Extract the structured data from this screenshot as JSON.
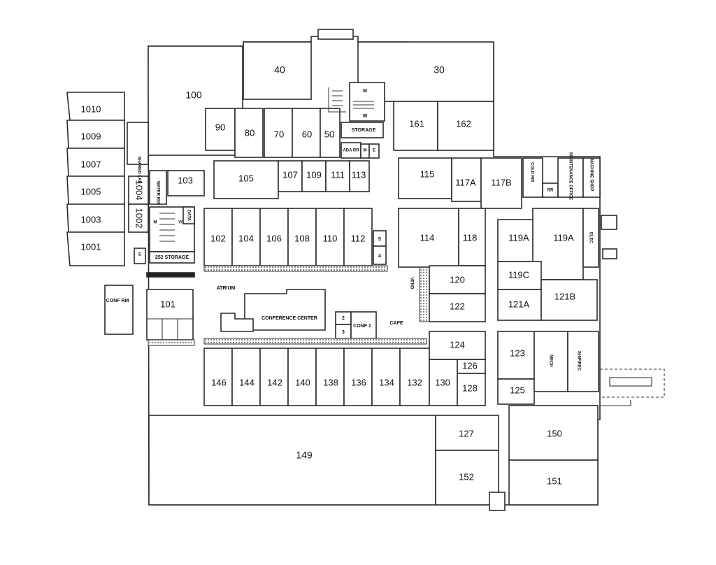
{
  "floor_plan": {
    "rooms": {
      "r100": "100",
      "r40": "40",
      "r30": "30",
      "r90": "90",
      "r80": "80",
      "r70": "70",
      "r60": "60",
      "r50": "50",
      "r161": "161",
      "r162": "162",
      "r1010": "1010",
      "r1009": "1009",
      "r1007": "1007",
      "r1005": "1005",
      "r1003": "1003",
      "r1001": "1001",
      "r1004": "1004",
      "r1002": "1002",
      "r103": "103",
      "r105": "105",
      "r107": "107",
      "r109": "109",
      "r111": "111",
      "r113": "113",
      "r115": "115",
      "r117A": "117A",
      "r117B": "117B",
      "r102": "102",
      "r104": "104",
      "r106": "106",
      "r108": "108",
      "r110": "110",
      "r112": "112",
      "r5": "5",
      "r4": "4",
      "r114": "114",
      "r118": "118",
      "r119A_left": "119A",
      "r119A_right": "119A",
      "r119C": "119C",
      "r121A": "121A",
      "r121B": "121B",
      "r120": "120",
      "r122": "122",
      "r124": "124",
      "r126": "126",
      "r128": "128",
      "r123": "123",
      "r125": "125",
      "r101": "101",
      "r146": "146",
      "r144": "144",
      "r142": "142",
      "r140": "140",
      "r138": "138",
      "r136": "136",
      "r134": "134",
      "r132": "132",
      "r130": "130",
      "r149": "149",
      "r127": "127",
      "r152": "152",
      "r150": "150",
      "r151": "151",
      "r2": "2",
      "r3": "3"
    },
    "labels": {
      "storage": "STORAGE",
      "ada_rr": "ADA RR",
      "m1": "M",
      "w1": "W",
      "m2": "M",
      "e1": "E",
      "shared_lab": "SHARED LAB",
      "water_rm": "WATER RM",
      "data": "DATA",
      "vi": "VI",
      "m3": "M",
      "e2": "E",
      "storage_252": "252 STORAGE",
      "conf_rm": "CONF RM",
      "atrium": "ATRIUM",
      "conference_center": "CONFERENCE CENTER",
      "conf1": "CONF 1",
      "cafe": "CAFE",
      "vend": "VEND",
      "cold_rm": "COLD RM",
      "rr": "RR",
      "maintenance_office": "MAINTENANCE OFFICE",
      "machine_shop": "MACHINE SHOP",
      "elec": "ELEC",
      "mech": "MECH",
      "ship_rec": "SHIP/REC"
    }
  }
}
